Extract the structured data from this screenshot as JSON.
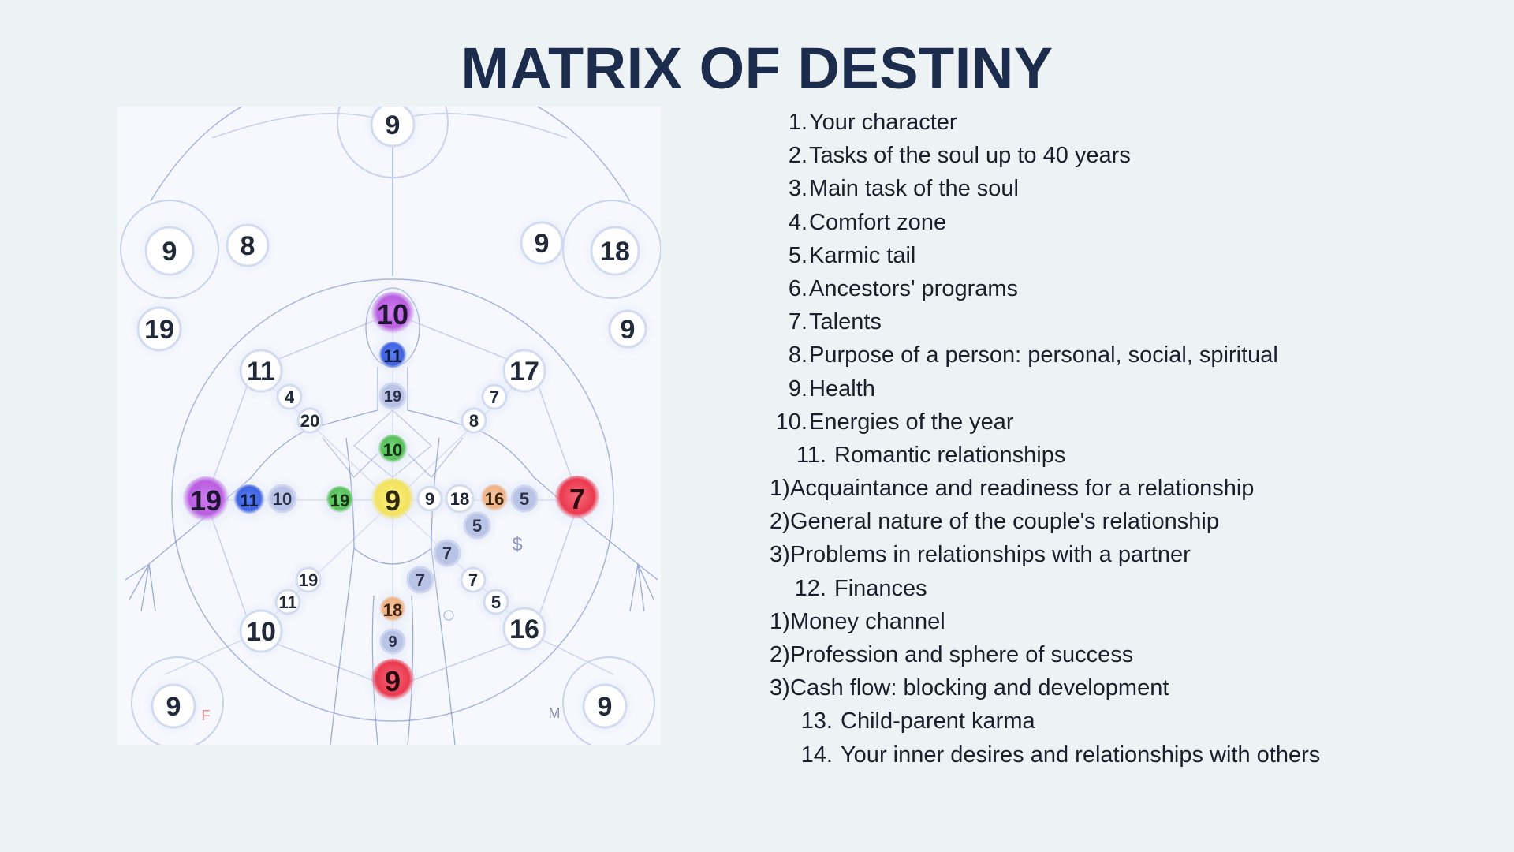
{
  "title": "MATRIX OF DESTINY",
  "colors": {
    "title": "#1b2c4d",
    "purple": "#b95ee0",
    "blue": "#3f63e0",
    "green": "#58c05b",
    "yellow": "#f2e25c",
    "orange": "#efb183",
    "red": "#ea3a4f",
    "line": "#8f9fd6"
  },
  "matrix": {
    "top": "9",
    "corner_tl_outer": "9",
    "corner_tl_inner": "8",
    "corner_tr_inner": "9",
    "corner_tr_outer": "18",
    "left_side": "19",
    "right_side": "9",
    "head": "10",
    "throat": "11",
    "neck": "19",
    "chest": "10",
    "diag_ul_outer": "11",
    "diag_ul_a": "4",
    "diag_ul_b": "20",
    "diag_ur_outer": "17",
    "diag_ur_a": "7",
    "diag_ur_b": "8",
    "left_outer": "19",
    "left_blue": "11",
    "left_inner": "10",
    "left_green": "19",
    "center": "9",
    "right_a": "9",
    "right_b": "18",
    "right_orange": "16",
    "right_c": "5",
    "right_outer": "7",
    "money_a": "5",
    "money_b": "7",
    "money_c": "7",
    "money_d": "7",
    "money_e": "5",
    "dollar_sign": "$",
    "diag_ll_a": "19",
    "diag_ll_b": "11",
    "diag_ll_outer": "10",
    "diag_lr_outer": "16",
    "belly_orange": "18",
    "belly": "9",
    "bottom": "9",
    "corner_bl": "9",
    "corner_br": "9",
    "label_f": "F",
    "label_m": "M"
  },
  "list": [
    {
      "num": "1.",
      "text": "Your character",
      "style": "a"
    },
    {
      "num": "2.",
      "text": "Tasks of the soul up to 40 years",
      "style": "a"
    },
    {
      "num": "3.",
      "text": "Main task of the soul",
      "style": "a"
    },
    {
      "num": "4.",
      "text": "Comfort zone",
      "style": "a"
    },
    {
      "num": "5.",
      "text": "Karmic tail",
      "style": "a"
    },
    {
      "num": "6.",
      "text": "Ancestors' programs",
      "style": "a"
    },
    {
      "num": "7.",
      "text": "Talents",
      "style": "a"
    },
    {
      "num": "8.",
      "text": "Purpose of a person: personal, social, spiritual",
      "style": "a"
    },
    {
      "num": "9.",
      "text": "Health",
      "style": "a"
    },
    {
      "num": "10.",
      "text": "Energies of the year",
      "style": "a"
    },
    {
      "num": "11.",
      "text": "Romantic relationships",
      "style": "b"
    },
    {
      "num": "1)",
      "text": "Acquaintance and readiness for a relationship",
      "style": "sub"
    },
    {
      "num": "2)",
      "text": "General nature of the couple's relationship",
      "style": "sub"
    },
    {
      "num": "3)",
      "text": "Problems in relationships with a partner",
      "style": "sub"
    },
    {
      "num": "12.",
      "text": "Finances",
      "style": "b"
    },
    {
      "num": "1)",
      "text": "Money channel",
      "style": "sub"
    },
    {
      "num": "2)",
      "text": "Profession and sphere of success",
      "style": "sub"
    },
    {
      "num": "3)",
      "text": "Cash flow: blocking and development",
      "style": "sub"
    },
    {
      "num": "13.",
      "text": "Child-parent karma",
      "style": "c"
    },
    {
      "num": "14.",
      "text": "Your inner desires and relationships with others",
      "style": "c"
    }
  ]
}
